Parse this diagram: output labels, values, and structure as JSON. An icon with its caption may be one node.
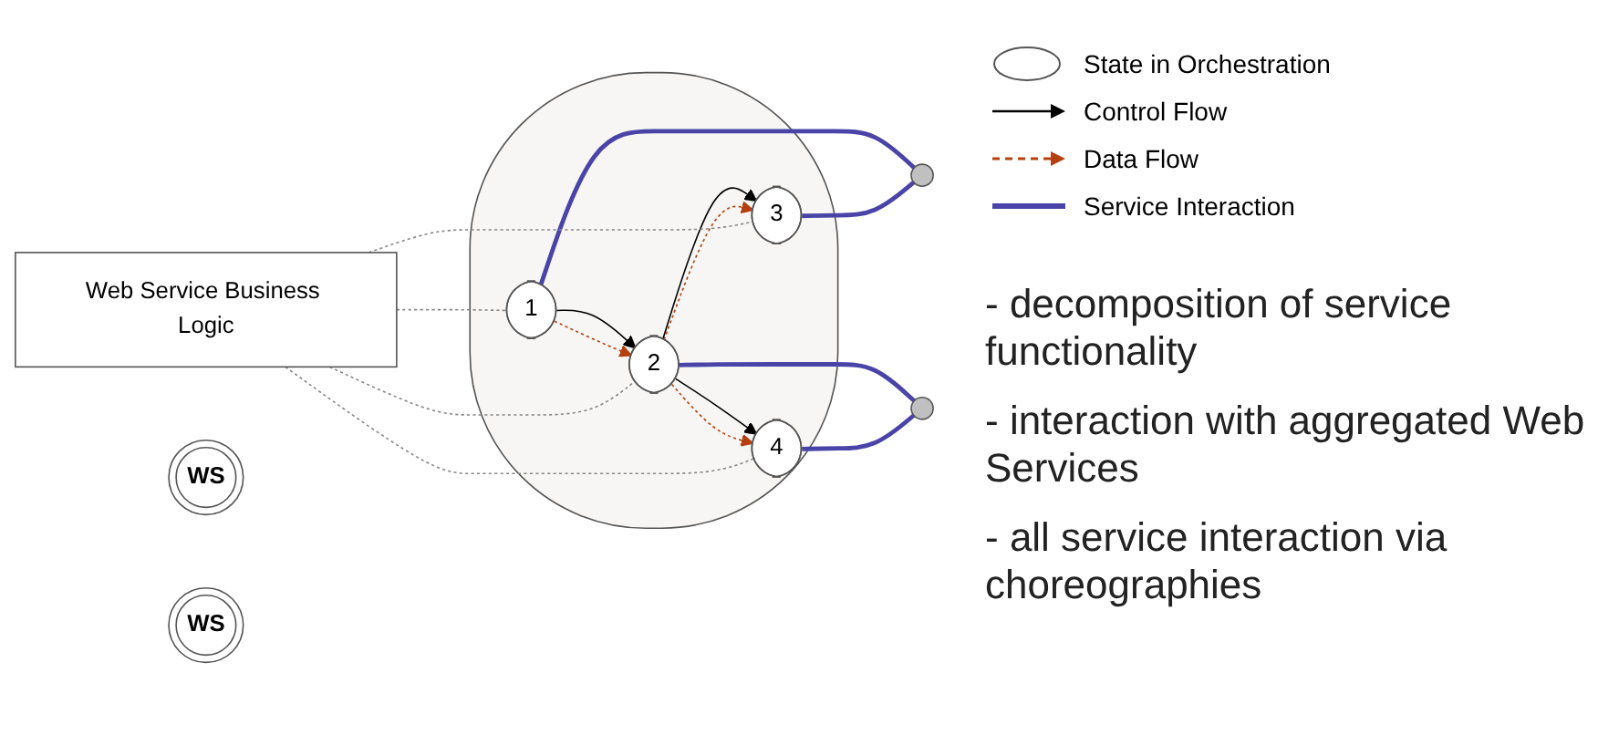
{
  "diagram": {
    "nodes": [
      {
        "text": [
          "Web Service Business Logic"
        ]
      },
      {
        "text": [],
        "shape": "ellipse"
      },
      {
        "text": [
          "1"
        ],
        "in": 1
      },
      {
        "text": [
          "2"
        ],
        "in": 1
      },
      {
        "text": [
          "3"
        ],
        "in": 1
      },
      {
        "text": [
          "4"
        ],
        "in": 1
      },
      {
        "text": [],
        "shape": "ellipse"
      },
      {
        "text": [
          "WS"
        ]
      },
      {
        "text": [],
        "shape": "ellipse"
      },
      {
        "text": [
          "WS"
        ]
      }
    ],
    "edges": [
      {
        "from": 2,
        "to": 3,
        "arrow": "to",
        "color": "#000000"
      },
      {
        "from": 3,
        "to": 4,
        "arrow": "to",
        "color": "#000000"
      },
      {
        "from": 3,
        "to": 5,
        "arrow": "to",
        "color": "#000000"
      },
      {
        "from": 2,
        "to": 3,
        "arrow": "to",
        "style": "dashed",
        "color": "#b5400f"
      },
      {
        "from": 3,
        "to": 4,
        "arrow": "to",
        "style": "dashed",
        "color": "#b5400f"
      },
      {
        "from": 3,
        "to": 5,
        "arrow": "to",
        "style": "dashed",
        "color": "#b5400f"
      },
      {
        "from": 2,
        "to": 6,
        "arrow": "none",
        "style": "thick",
        "color": "#4a44a8"
      },
      {
        "from": 4,
        "to": 6,
        "arrow": "none",
        "style": "thick",
        "color": "#4a44a8"
      },
      {
        "from": 3,
        "to": 8,
        "arrow": "none",
        "style": "thick",
        "color": "#4a44a8"
      },
      {
        "from": 5,
        "to": 8,
        "arrow": "none",
        "style": "thick",
        "color": "#4a44a8"
      },
      {
        "from": 0,
        "to": 2,
        "arrow": "none",
        "style": "dashed",
        "color": "#888888"
      },
      {
        "from": 0,
        "to": 3,
        "arrow": "none",
        "style": "dashed",
        "color": "#888888"
      },
      {
        "from": 0,
        "to": 4,
        "arrow": "none",
        "style": "dashed",
        "color": "#888888"
      },
      {
        "from": 0,
        "to": 5,
        "arrow": "none",
        "style": "dashed",
        "color": "#888888"
      }
    ],
    "labels": [
      "- decomposition of service functionality",
      "- interaction with aggregated Web Services",
      "- all service interaction via choreographies"
    ],
    "legend": [
      {
        "text": "State in Orchestration"
      },
      {
        "text": "Control Flow"
      },
      {
        "text": "Data Flow"
      },
      {
        "text": "Service Interaction"
      }
    ]
  }
}
